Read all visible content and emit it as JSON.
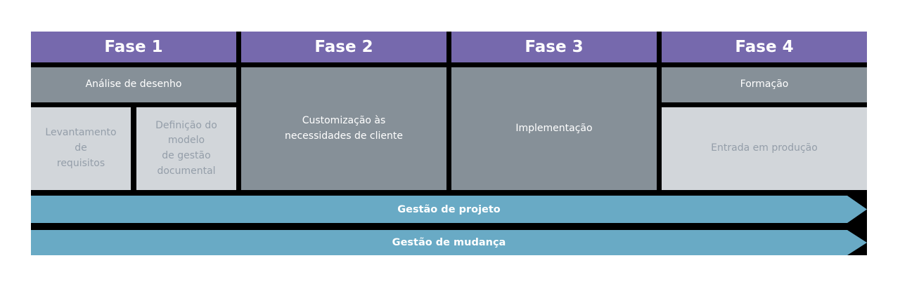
{
  "colors": {
    "header_purple": "#7669ad",
    "box_dark_gray": "#869098",
    "box_light_gray": "#d2d6da",
    "light_box_text": "#949ea9",
    "banner_teal": "#69aac5",
    "border_black": "#000000"
  },
  "phases": [
    {
      "header": "Fase 1"
    },
    {
      "header": "Fase 2"
    },
    {
      "header": "Fase 3"
    },
    {
      "header": "Fase 4"
    }
  ],
  "boxes": {
    "analise": "Análise de desenho",
    "levantamento": "Levantamento\nde\nrequisitos",
    "definicao": "Definição do\nmodelo\nde gestão\ndocumental",
    "customizacao": "Customização às\nnecessidades de cliente",
    "implementacao": "Implementação",
    "formacao": "Formação",
    "entrada": "Entrada em produção"
  },
  "banners": {
    "projeto": "Gestão de projeto",
    "mudanca": "Gestão de mudança"
  }
}
